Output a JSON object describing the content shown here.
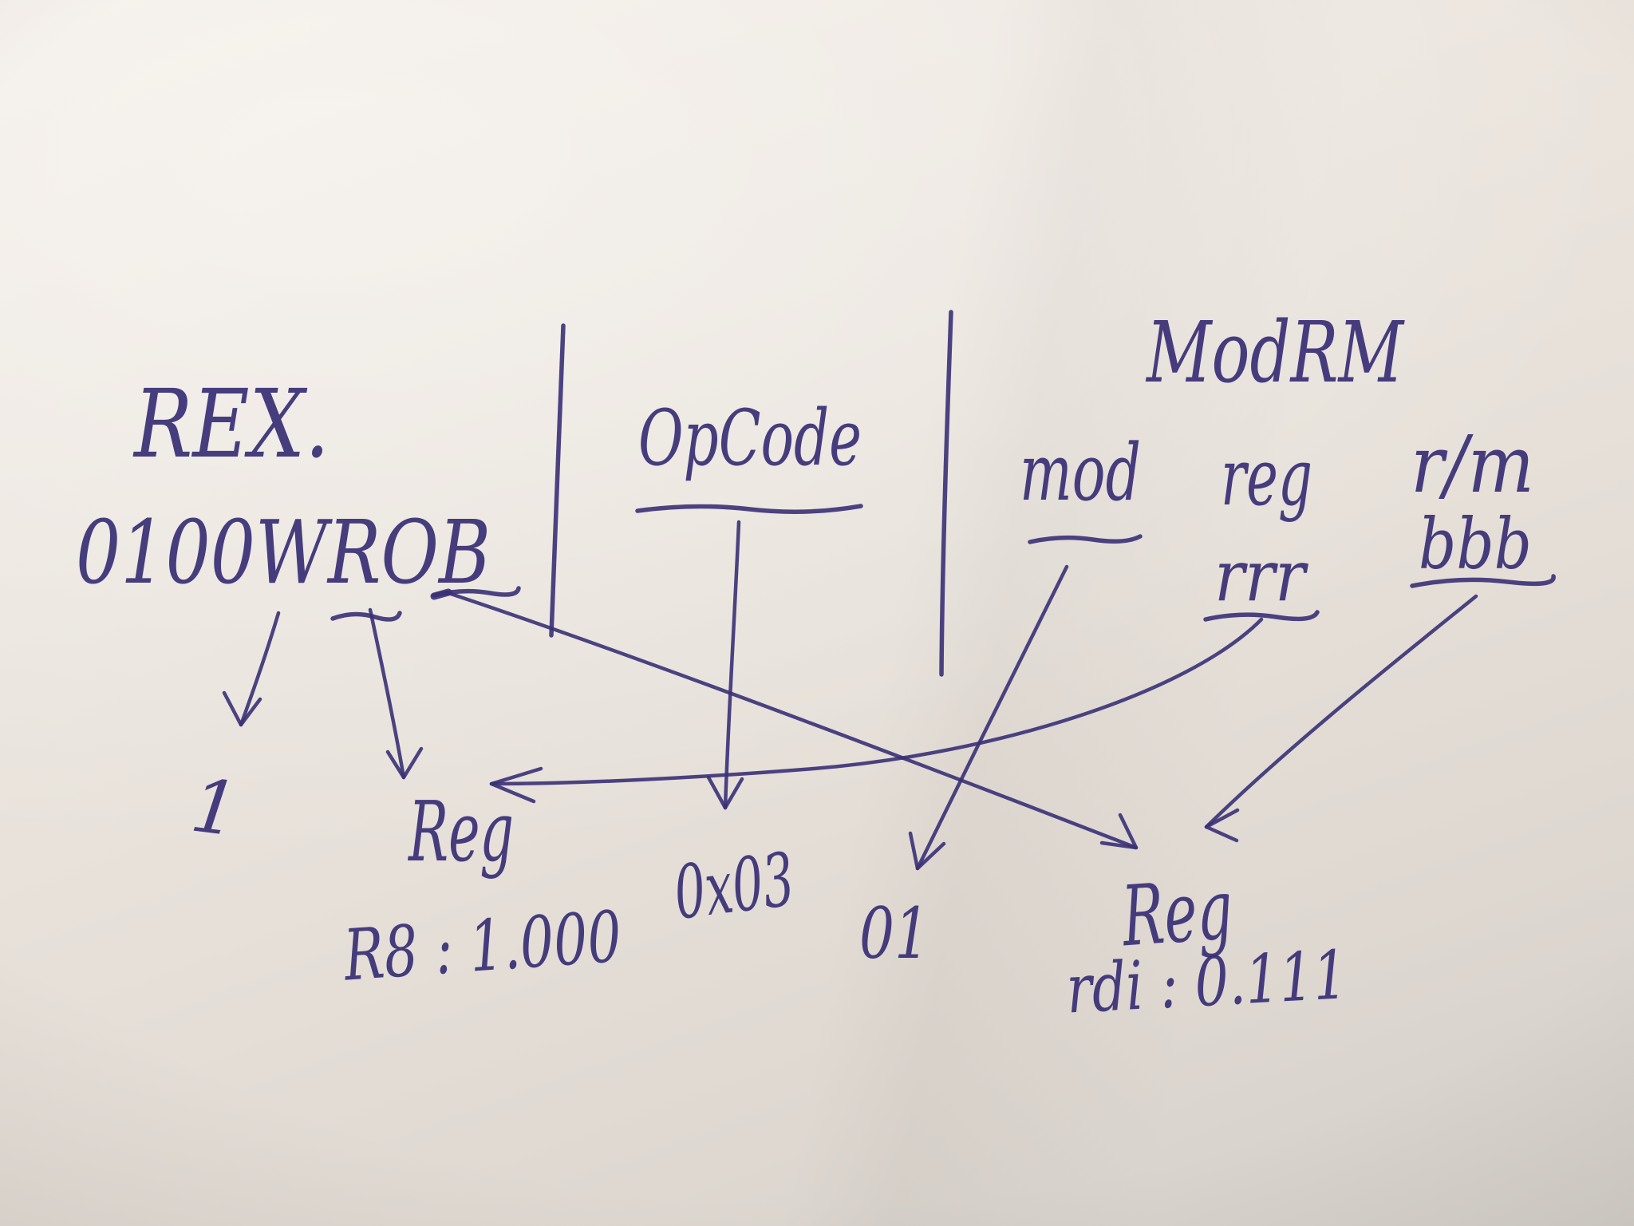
{
  "photo": {
    "description": "Hand-drawn pen diagram on paper: x86-64 instruction encoding (REX prefix, OpCode, ModRM byte) with arrows to decoded values",
    "ink_color": "#3a3076",
    "paper_color": "#e9e3dc"
  },
  "rex": {
    "title": "REX.",
    "bits": "0100WROB",
    "w_value": "1"
  },
  "opcode": {
    "label": "OpCode",
    "value": "0x03"
  },
  "modrm": {
    "label": "ModRM",
    "mod_label": "mod",
    "reg_label": "reg",
    "rm_label": "r/m",
    "reg_bits": "rrr",
    "rm_bits": "bbb",
    "mod_value": "01"
  },
  "results": {
    "reg_label": "Reg",
    "reg_value": "R8 : 1.000",
    "rm_label": "Reg",
    "rm_value": "rdi : 0.111"
  },
  "connections": [
    {
      "from": "REX.W",
      "to": "1"
    },
    {
      "from": "REX.R",
      "to": "Reg R8 : 1.000"
    },
    {
      "from": "OpCode",
      "to": "0x03"
    },
    {
      "from": "ModRM.mod",
      "to": "01"
    },
    {
      "from": "ModRM.reg rrr",
      "to": "Reg R8 : 1.000"
    },
    {
      "from": "REX.B",
      "to": "Reg rdi : 0.111"
    },
    {
      "from": "ModRM.r/m bbb",
      "to": "Reg rdi : 0.111"
    }
  ]
}
